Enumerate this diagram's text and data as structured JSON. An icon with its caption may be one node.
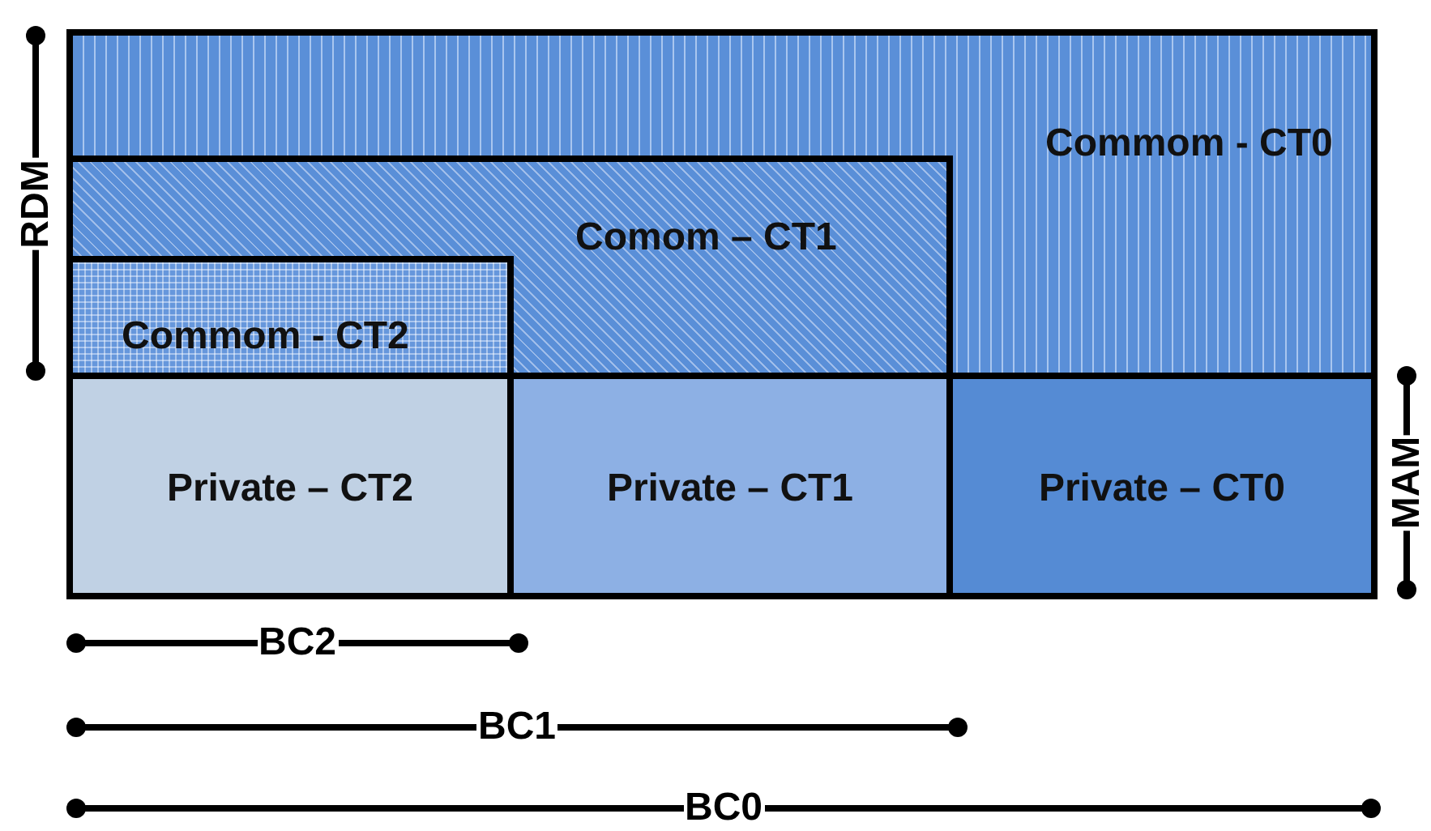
{
  "diagram": {
    "nodes": [
      {
        "text": [
          "Commom - CT0"
        ]
      },
      {
        "text": [
          "Comom – CT1"
        ],
        "in": 0
      },
      {
        "text": [
          "Commom - CT2"
        ],
        "in": 1
      },
      {
        "text": [
          "Private – CT2"
        ]
      },
      {
        "text": [
          "Private – CT1"
        ]
      },
      {
        "text": [
          "Private – CT0"
        ]
      }
    ],
    "labels": [
      "RDM",
      "MAM",
      "BC2",
      "BC1",
      "BC0"
    ]
  }
}
